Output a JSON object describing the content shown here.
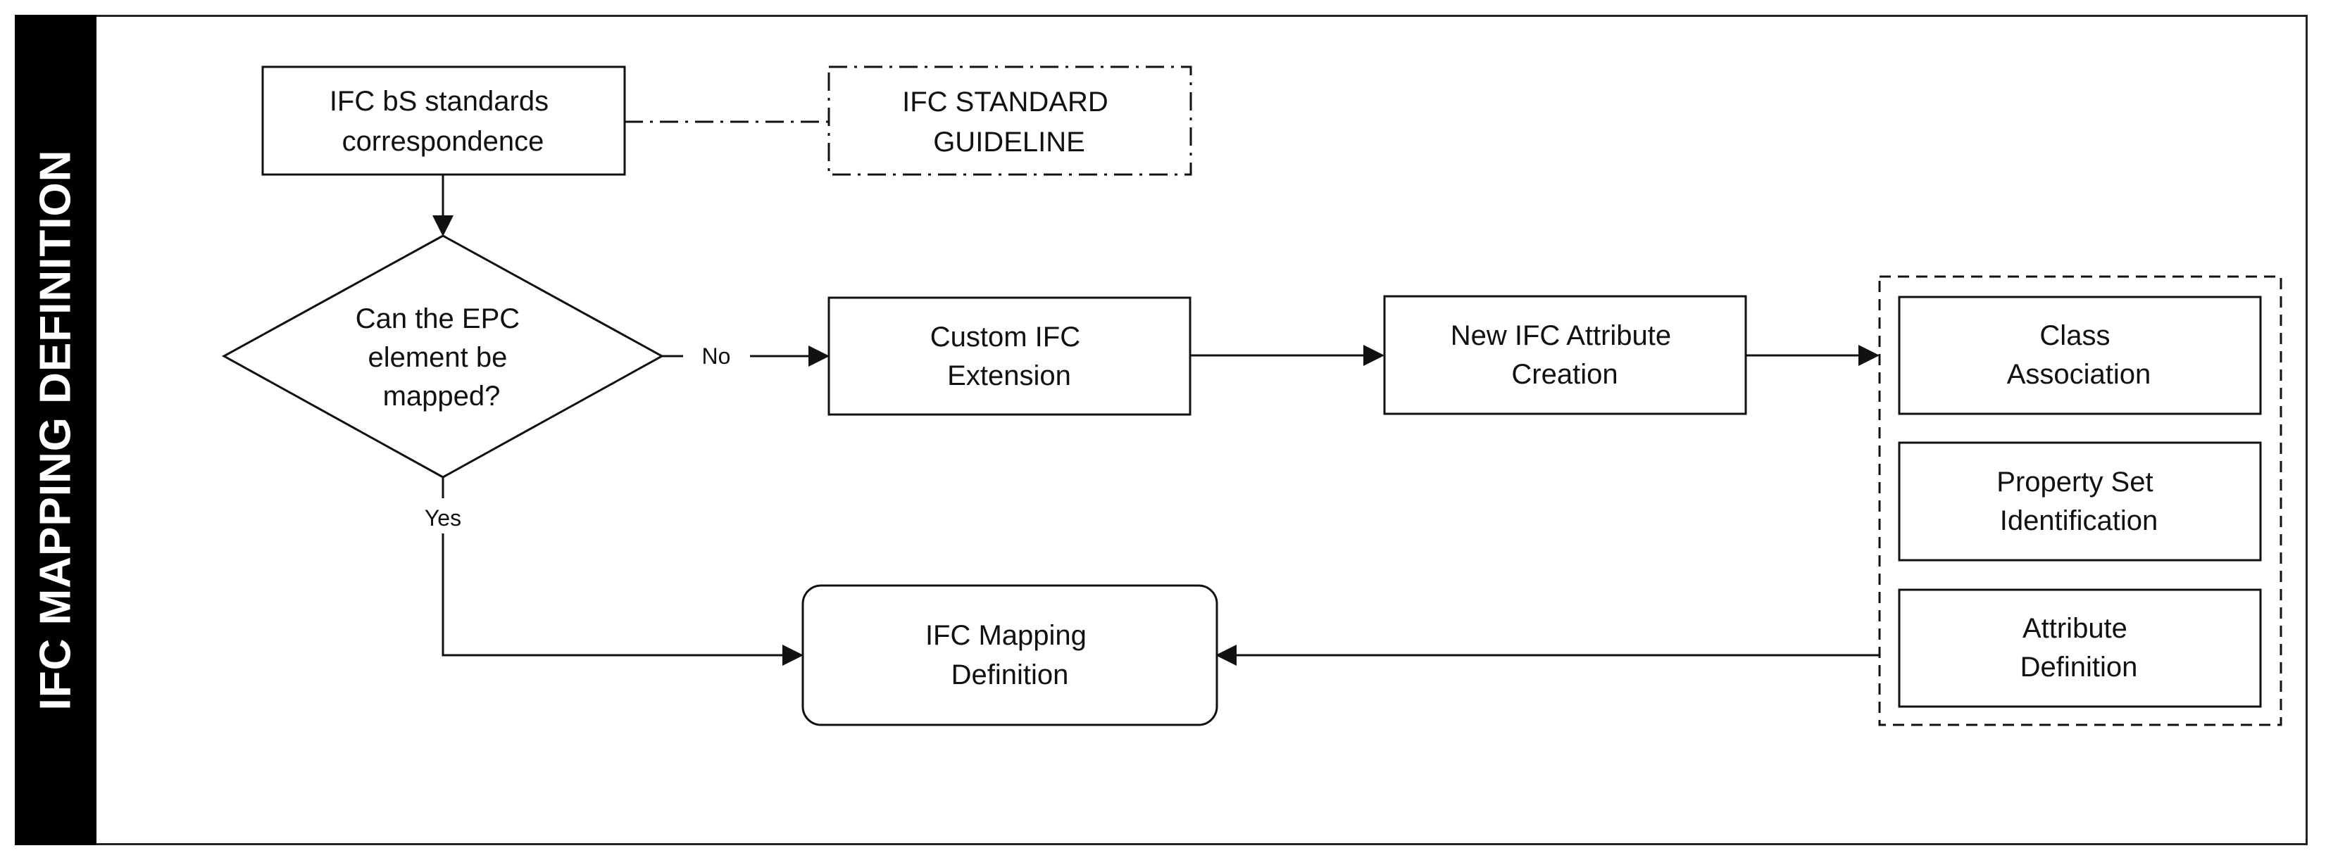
{
  "sidebar_title": "IFC MAPPING DEFINITION",
  "nodes": {
    "standards": [
      "IFC bS standards",
      "correspondence"
    ],
    "guideline": [
      "IFC STANDARD",
      "GUIDELINE"
    ],
    "decision": [
      "Can the EPC",
      "element be",
      "mapped?"
    ],
    "custom_extension": [
      "Custom IFC",
      "Extension"
    ],
    "new_attribute": [
      "New IFC Attribute",
      "Creation"
    ],
    "class_association": [
      "Class",
      "Association"
    ],
    "property_set": [
      "Property Set",
      "Identification"
    ],
    "attribute_definition": [
      "Attribute",
      "Definition"
    ],
    "mapping_definition": [
      "IFC Mapping",
      "Definition"
    ]
  },
  "edges": {
    "no_label": "No",
    "yes_label": "Yes"
  },
  "colors": {
    "stroke": "#111111",
    "sidebar": "#000000",
    "sidebar_text": "#ffffff"
  }
}
